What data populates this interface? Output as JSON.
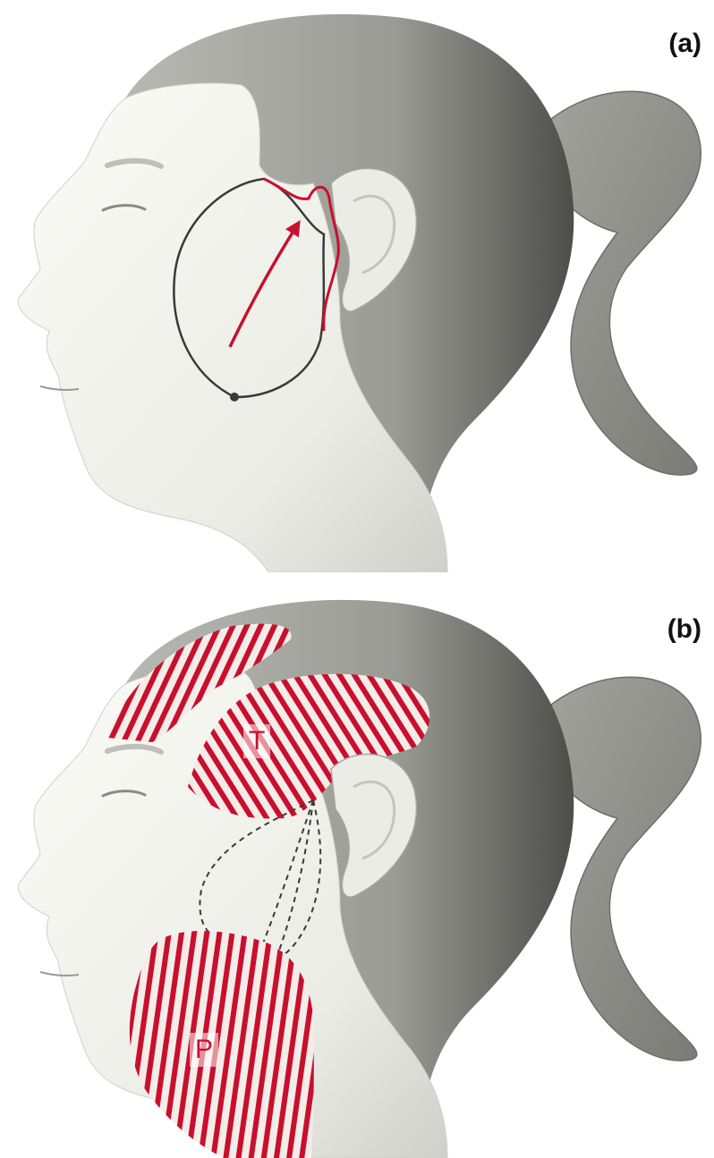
{
  "colors": {
    "hair": "#9c9c96",
    "hair_dark": "#6f706b",
    "skin": "#f4f4ef",
    "skin_shadow": "#d9dad4",
    "outline": "#3a3a3a",
    "accent_red": "#c8102e"
  },
  "panels": [
    {
      "label": "(a)"
    },
    {
      "label": "(b)",
      "muscles": [
        {
          "label": "T"
        },
        {
          "label": "P"
        }
      ]
    }
  ]
}
